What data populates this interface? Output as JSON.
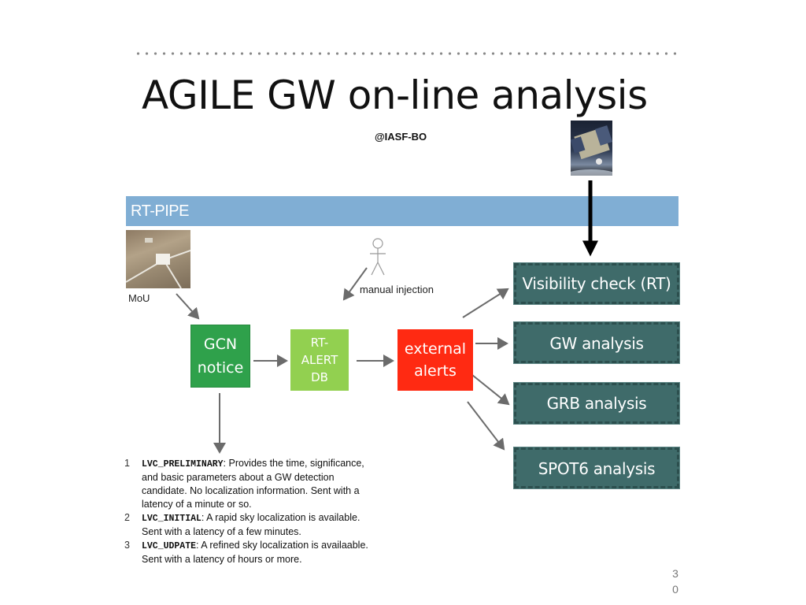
{
  "header": {
    "title": "AGILE GW on-line analysis",
    "subtitle": "@IASF-BO"
  },
  "banner": {
    "label": "RT-PIPE"
  },
  "labels": {
    "mou": "MoU",
    "manual_injection": "manual injection"
  },
  "nodes": {
    "gcn": [
      "GCN",
      "notice"
    ],
    "rt_alert_db": [
      "RT-",
      "ALERT",
      "DB"
    ],
    "external_alerts": [
      "external",
      "alerts"
    ],
    "visibility_check": "Visibility check (RT)",
    "gw_analysis": "GW analysis",
    "grb_analysis": "GRB analysis",
    "spot6_analysis": "SPOT6 analysis"
  },
  "notes": [
    {
      "num": "1",
      "key": "LVC_PRELIMINARY",
      "text": ": Provides the time, significance, and basic parameters about a GW detection candidate. No localization information. Sent with a latency of a minute or so."
    },
    {
      "num": "2",
      "key": "LVC_INITIAL",
      "text": ": A rapid sky localization is available. Sent with a latency of a few minutes."
    },
    {
      "num": "3",
      "key": "LVC_UDPATE",
      "text": ": A refined sky localization is availaable. Sent with a latency of hours or more."
    }
  ],
  "page_number": [
    "3",
    "0"
  ],
  "colors": {
    "banner": "#80aed4",
    "gcn": "#2fa14b",
    "rt_alert_db": "#92d050",
    "external_alerts": "#ff2a12",
    "analysis_box": "#3f6b6a"
  }
}
